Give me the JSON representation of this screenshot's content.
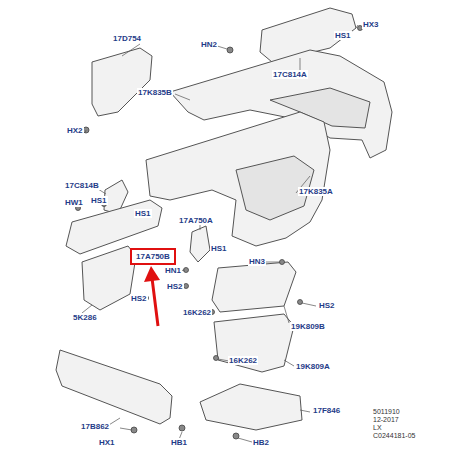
{
  "diagram": {
    "nodes": [
      {
        "text": [
          "17A750B"
        ]
      }
    ],
    "labels": [
      "17D754",
      "HX3",
      "HS1",
      "HN2",
      "17C814A",
      "17K835B",
      "HX2",
      "17C814B",
      "HW1",
      "HS1",
      "HS1",
      "17K835A",
      "17A750A",
      "HS1",
      "HN1",
      "HN3",
      "HS2",
      "HS2",
      "5K286",
      "HS2",
      "16K262",
      "19K809B",
      "16K262",
      "19K809A",
      "17B862",
      "17F846",
      "HX1",
      "HB1",
      "HB2",
      "5011910",
      "12-2017",
      "LX",
      "C0244181-05"
    ]
  }
}
